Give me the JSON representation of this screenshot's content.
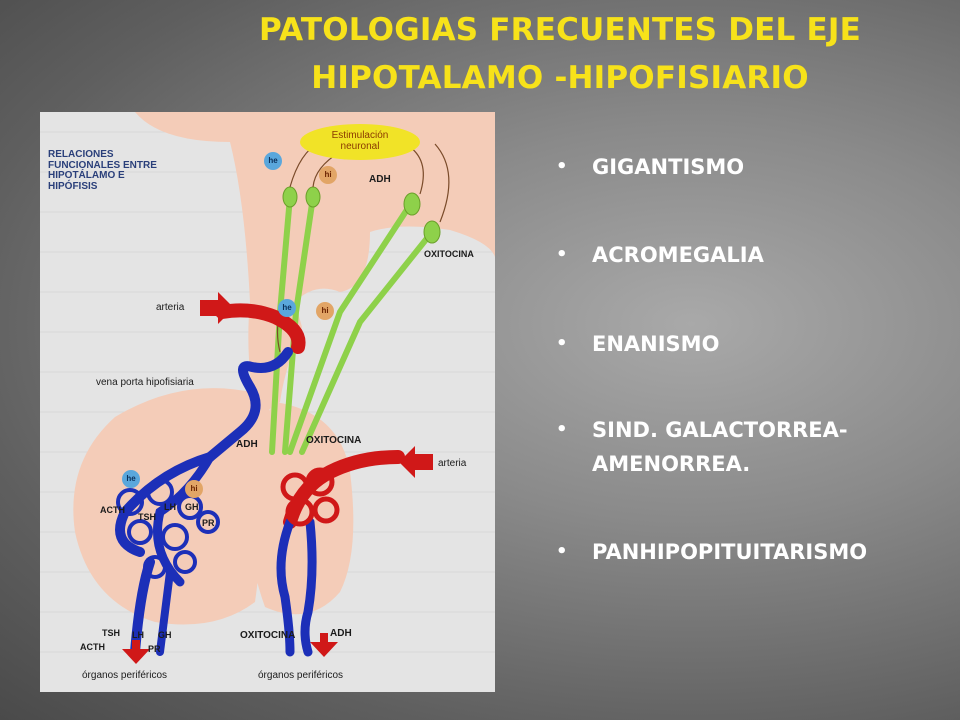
{
  "title": {
    "line1": "PATOLOGIAS FRECUENTES DEL EJE",
    "line2": "HIPOTALAMO -HIPOFISIARIO"
  },
  "colors": {
    "title": "#f7e21a",
    "bullet_text": "#ffffff",
    "artery": "#d01818",
    "vein": "#1c2fb8",
    "neuron": "#8ed14a",
    "stimulation": "#f1e327"
  },
  "bullets": {
    "marker": "•",
    "items": [
      "GIGANTISMO",
      "ACROMEGALIA",
      "ENANISMO",
      "SIND. GALACTORREA-",
      "AMENORREA.",
      "PANHIPOPITUITARISMO"
    ]
  },
  "figure": {
    "heading": [
      "RELACIONES",
      "FUNCIONALES ENTRE",
      "HIPOTÁLAMO E",
      "HIPÓFISIS"
    ],
    "stimulation": [
      "Estimulación",
      "neuronal"
    ],
    "he": "he",
    "hi": "hi",
    "adh": "ADH",
    "oxitocina": "OXITOCINA",
    "arteria": "arteria",
    "vena_porta": "vena porta hipofisiaria",
    "acth": "ACTH",
    "tsh": "TSH",
    "lh": "LH",
    "gh": "GH",
    "pr": "PR",
    "organos": "órganos periféricos"
  }
}
